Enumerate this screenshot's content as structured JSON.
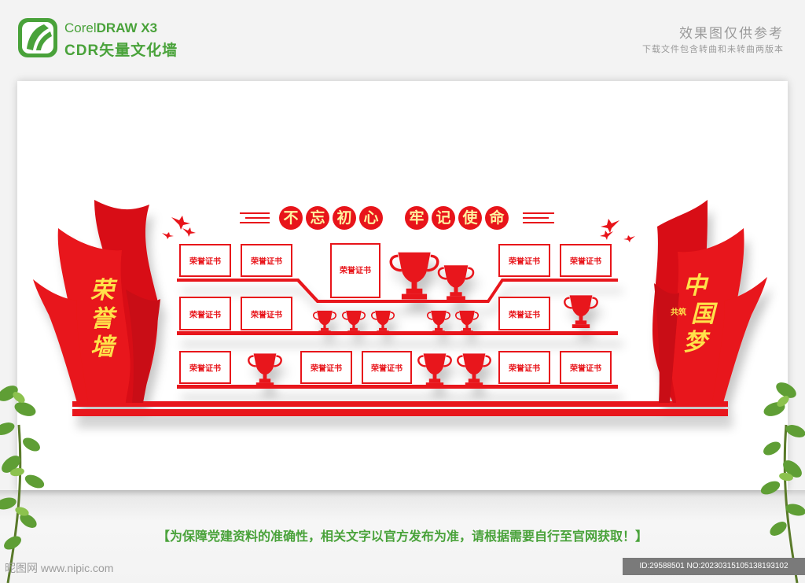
{
  "header": {
    "brand_line1_prefix": "Corel",
    "brand_line1_strong": "DRAW X3",
    "brand_line2": "CDR矢量文化墙",
    "ref_title": "效果图仅供参考",
    "ref_subtitle": "下载文件包含转曲和未转曲两版本"
  },
  "wall": {
    "slogan_chars": [
      "不",
      "忘",
      "初",
      "心",
      "牢",
      "记",
      "使",
      "命"
    ],
    "certificate_label": "荣誉证书",
    "left_title": [
      "荣",
      "誉",
      "墙"
    ],
    "right_title_main": [
      "中",
      "国",
      "梦"
    ],
    "right_title_small": "共筑"
  },
  "footer": {
    "notice": "【为保障党建资料的准确性，相关文字以官方发布为准，请根据需要自行至官网获取！】",
    "watermark_site": "昵图网 www.nipic.com",
    "watermark_id": "ID:29588501 NO:20230315105138193102"
  },
  "colors": {
    "red": "#e8141a",
    "gold": "#ffe24a",
    "brand_green": "#49a23a"
  }
}
